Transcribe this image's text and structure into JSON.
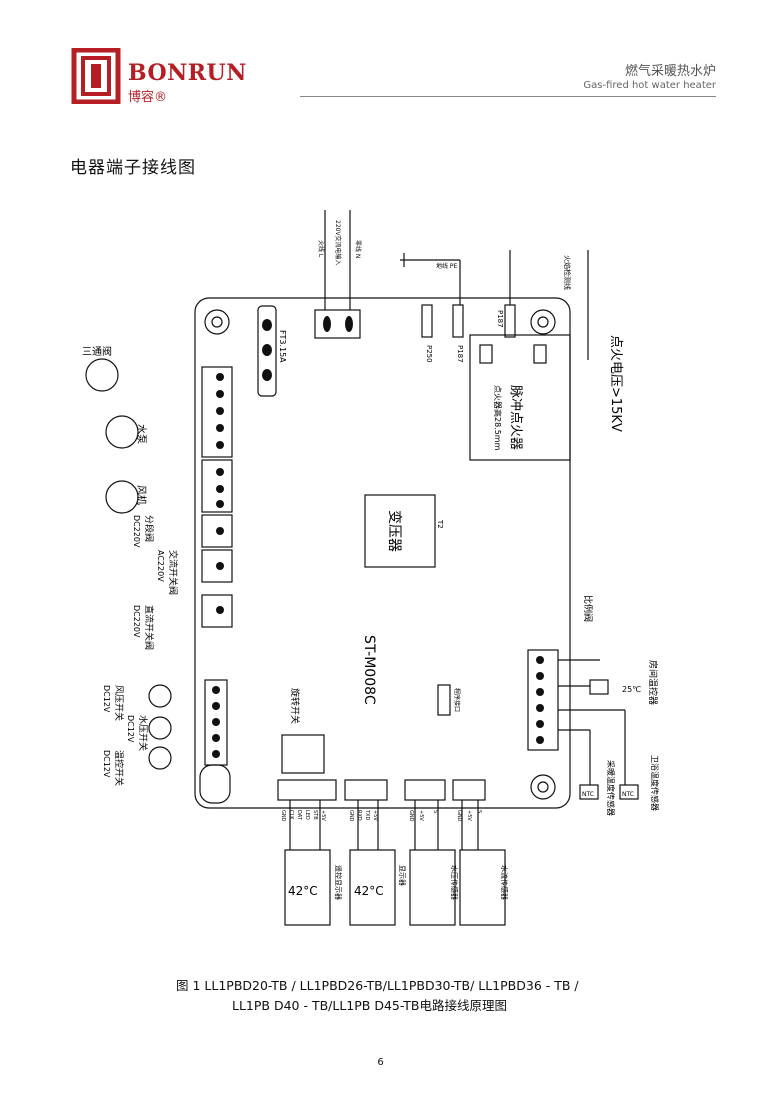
{
  "header": {
    "brand_en": "BONRUN",
    "brand_cn": "博容®",
    "product_cn": "燃气采暖热水炉",
    "product_en": "Gas-fired hot water heater"
  },
  "section_title": "电器端子接线图",
  "diagram": {
    "power_labels": [
      "火线 L",
      "零线 N",
      "220V交流电输入"
    ],
    "ground_label": "地线 PE",
    "fuse": "FT3.15A",
    "terminals_top": [
      "P250",
      "P187",
      "P187"
    ],
    "ignition_labels": [
      "火焰检测线"
    ],
    "ignition_voltage": "点火电压>15KV",
    "igniter": [
      "脉冲点火器",
      "点火器高28.5mm"
    ],
    "transformer": "变压器",
    "transformer_id": "T2",
    "board_model": "ST-M008C",
    "left_devices": [
      "三通阀",
      "水泵",
      "风机"
    ],
    "valve_labels": [
      "分段阀",
      "DC220V",
      "交流开关阀",
      "AC220V",
      "直流开关阀",
      "DC220V"
    ],
    "switches": [
      "风压开关",
      "DC12V",
      "水压开关",
      "DC12V",
      "温控开关",
      "DC12V"
    ],
    "rotary_switch": "旋转开关",
    "burn_port": "程序接口",
    "right_labels": [
      "比例阀",
      "房间温控器",
      "25℃",
      "NTC",
      "采暖温度传感器",
      "NTC",
      "卫浴温度传感器"
    ],
    "pin_groups": [
      [
        "GND",
        "CLK",
        "DAT",
        "LED",
        "STB",
        "+5V"
      ],
      [
        "GND",
        "RXD",
        "TXD",
        "+5V"
      ],
      [
        "GND",
        "+5V",
        "S"
      ],
      [
        "GND",
        "+5V",
        "S"
      ]
    ],
    "display_temp": "42°C",
    "bottom_devices": [
      "遥控显示器",
      "显示器",
      "水压传感器",
      "水流传感器"
    ]
  },
  "caption_line1": "图 1   LL1PBD20-TB / LL1PBD26-TB/LL1PBD30-TB/ LL1PBD36 - TB /",
  "caption_line2": "LL1PB D40  - TB/LL1PB D45-TB电路接线原理图",
  "page_number": "6"
}
